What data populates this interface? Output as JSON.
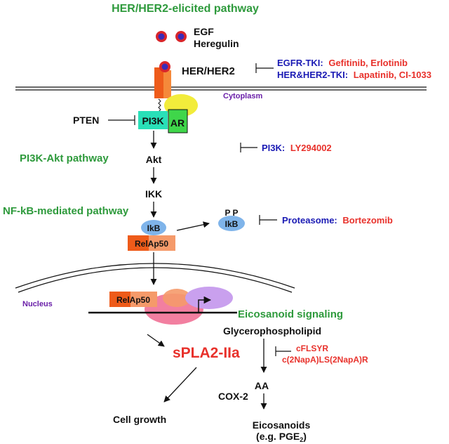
{
  "titles": {
    "her_pathway": "HER/HER2-elicited pathway",
    "pi3k_pathway": "PI3K-Akt pathway",
    "nfkb_pathway": "NF-kB-mediated pathway",
    "eicosanoid": "Eicosanoid signaling"
  },
  "ligands": {
    "egf": "EGF",
    "heregulin": "Heregulin"
  },
  "nodes": {
    "her_her2": "HER/HER2",
    "cytoplasm": "Cytoplasm",
    "pten": "PTEN",
    "pi3k": "PI3K",
    "ar": "AR",
    "akt": "Akt",
    "ikk": "IKK",
    "ikb": "IkB",
    "relap50": "RelAp50",
    "p_marks": "P  P",
    "ikb_phos": "IkB",
    "nucleus": "Nucleus",
    "relap50_nuc": "RelAp50",
    "glycerophospholipid": "Glycerophospholipid",
    "spla2": "sPLA2-IIa",
    "aa": "AA",
    "cox2": "COX-2",
    "cell_growth": "Cell growth",
    "eicosanoids": "Eicosanoids",
    "pge2_prefix": "(e.g. PGE",
    "pge2_sub": "2",
    "pge2_suffix": ")"
  },
  "inhibitors": {
    "egfr_tki_label": "EGFR-TKI:",
    "egfr_tki_drugs": "Gefitinib, Erlotinib",
    "her_tki_label": "HER&HER2-TKI:",
    "her_tki_drugs": "Lapatinib, CI-1033",
    "pi3k_label": "PI3K:",
    "pi3k_drug": "LY294002",
    "proteasome_label": "Proteasome:",
    "proteasome_drug": "Bortezomib",
    "peptide_1": "cFLSYR",
    "peptide_2": "c(2NapA)LS(2NapA)R"
  },
  "colors": {
    "pathway_green": "#2e9a3c",
    "label_blue": "#1a1ab4",
    "drug_red": "#e8312b",
    "compartment_purple": "#6a1fa8",
    "ligand_red": "#d9262b",
    "ligand_blue": "#3a2bb8",
    "receptor_orange": "#ee5b1a",
    "receptor_light": "#f5893a",
    "yellow": "#f2ec3b",
    "pi3k_teal": "#29e0b8",
    "ar_green": "#3fd64a",
    "ikb_blue": "#7fb4ea",
    "rela_orange": "#ee5b1a",
    "p50_light": "#f59a6a",
    "lavender": "#c9a0ee",
    "pink": "#f27fa0"
  }
}
